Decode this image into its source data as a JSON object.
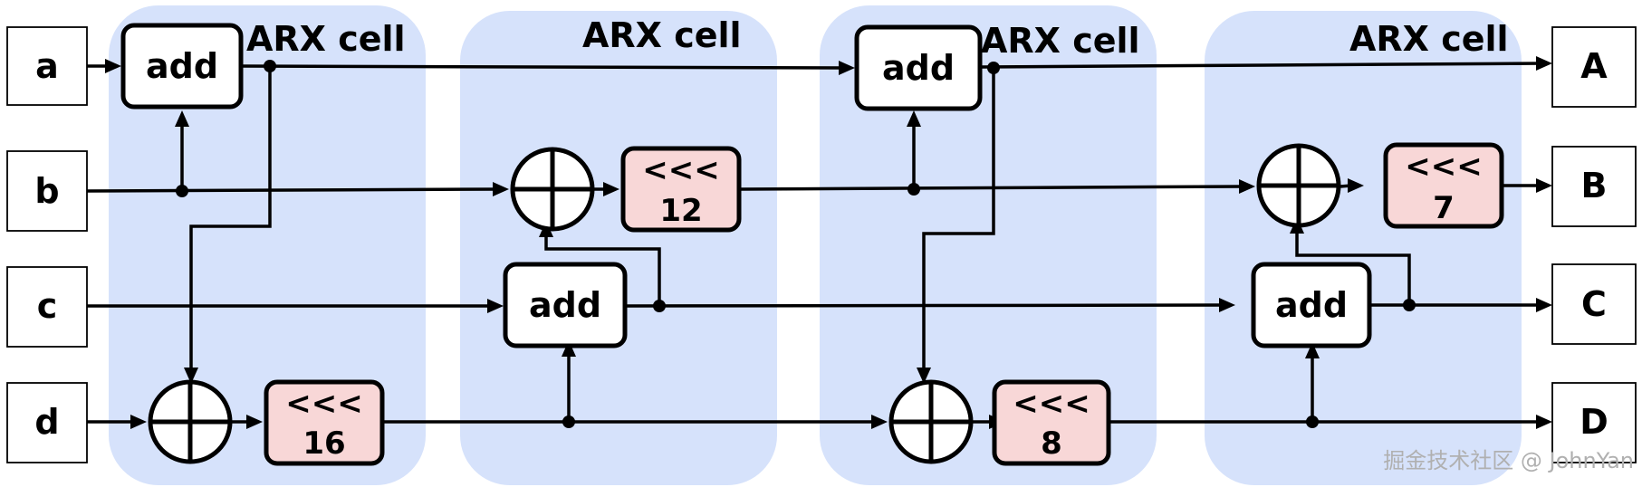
{
  "inputs": [
    "a",
    "b",
    "c",
    "d"
  ],
  "outputs": [
    "A",
    "B",
    "C",
    "D"
  ],
  "cells": [
    {
      "title": "ARX cell"
    },
    {
      "title": "ARX cell"
    },
    {
      "title": "ARX cell"
    },
    {
      "title": "ARX cell"
    }
  ],
  "ops": {
    "add_label": "add",
    "rotate_label": "<<<",
    "rotations": [
      "16",
      "12",
      "8",
      "7"
    ]
  },
  "watermark": "掘金技术社区 @ JohnYan",
  "colors": {
    "cell_background": "#d6e2fb",
    "rotate_fill": "#f8d7d7",
    "box_fill": "#ffffff",
    "line": "#000000",
    "watermark": "#b0b0b0"
  }
}
